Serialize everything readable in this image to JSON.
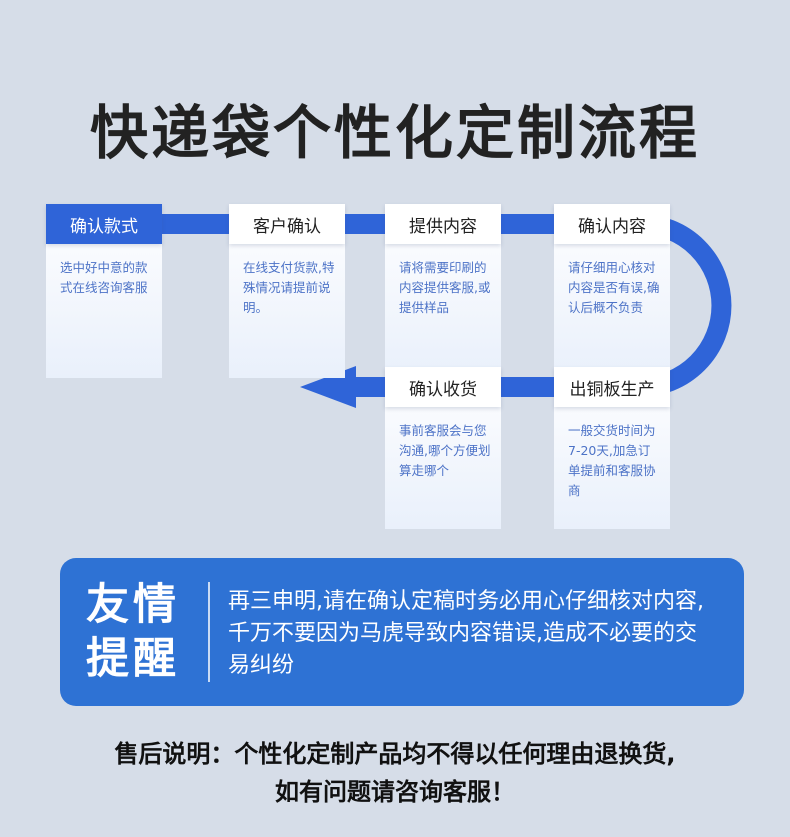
{
  "title": "快递袋个性化定制流程",
  "steps": [
    {
      "label": "确认款式",
      "desc": "选中好中意的款式在线咨询客服"
    },
    {
      "label": "客户确认",
      "desc": "在线支付货款,特殊情况请提前说明。"
    },
    {
      "label": "提供内容",
      "desc": "请将需要印刷的内容提供客服,或提供样品"
    },
    {
      "label": "确认内容",
      "desc": "请仔细用心核对内容是否有误,确认后概不负责"
    },
    {
      "label": "出铜板生产",
      "desc": "一般交货时间为7-20天,加急订单提前和客服协商"
    },
    {
      "label": "确认收货",
      "desc": "事前客服会与您沟通,哪个方便划算走哪个"
    }
  ],
  "notice": {
    "label_line1": "友情",
    "label_line2": "提醒",
    "text": "再三申明,请在确认定稿时务必用心仔细核对内容,千万不要因为马虎导致内容错误,造成不必要的交易纠纷"
  },
  "footer": {
    "line1": "售后说明：个性化定制产品均不得以任何理由退换货,",
    "line2": "如有问题请咨询客服！"
  },
  "colors": {
    "background": "#d6dde8",
    "accent": "#2f64d8",
    "notice": "#2e72d4",
    "desc_text": "#4d73c7"
  }
}
